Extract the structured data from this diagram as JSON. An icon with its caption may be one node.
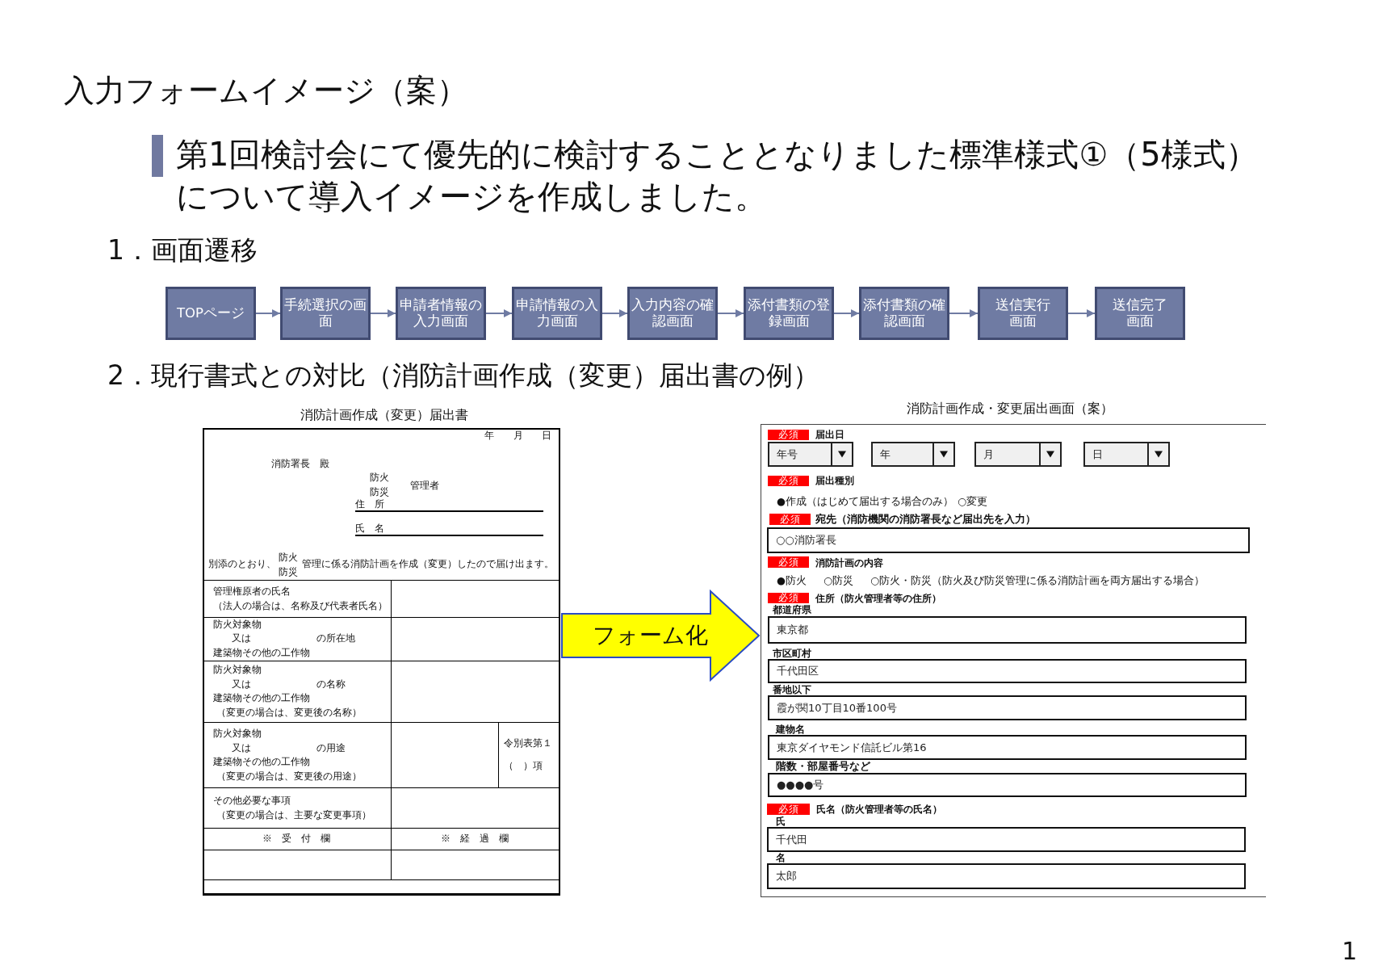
{
  "diagram": {
    "title": "入力フォームイメージ（案）",
    "nodes": [
      {
        "text": [
          "TOPページ"
        ]
      },
      {
        "text": [
          "手続選択の画面"
        ]
      },
      {
        "text": [
          "申請者情報の入力画面"
        ]
      },
      {
        "text": [
          "申請情報の入力画面"
        ]
      },
      {
        "text": [
          "入力内容の確認画面"
        ]
      },
      {
        "text": [
          "添付書類の登録画面"
        ]
      },
      {
        "text": [
          "添付書類の確認画面"
        ]
      },
      {
        "text": [
          "送信実行画面"
        ]
      },
      {
        "text": [
          "送信完了画面"
        ]
      },
      {
        "text": [
          "消防計画作成（変更）届出書",
          "年",
          "月",
          "日",
          "消防署長　殿",
          "防火",
          "防災",
          "管理者",
          "住　所",
          "氏　名",
          "別添のとおり、",
          "防火",
          "防災",
          "管理に係る消防計画を作成（変更）したので届け出ます。",
          "管理権原者の氏名",
          "（法人の場合は、名称及び代表者氏名）",
          "防火対象物",
          "又は",
          "の所在地",
          "建築物その他の工作物",
          "防火対象物",
          "又は",
          "の名称",
          "建築物その他の工作物",
          "（変更の場合は、変更後の名称）",
          "防火対象物",
          "又は",
          "の用途",
          "建築物その他の工作物",
          "（変更の場合は、変更後の用途）",
          "令別表第１",
          "（　）項",
          "その他必要な事項",
          "（変更の場合は、主要な変更事項）",
          "※　受　付　欄",
          "※　経　過　欄"
        ]
      },
      {
        "text": [
          "消防計画作成・変更届出画面（案）",
          "届出日",
          "届出種別",
          "●作成（はじめて届出する場合のみ）",
          "○変更",
          "宛先（消防機関の消防署長など届出先を入力）",
          "消防計画の内容",
          "●防火",
          "○防災",
          "○防火・防災（防火及び防災管理に係る消防計画を両方届出する場合）",
          "住所（防火管理者等の住所）",
          "都道府県",
          "市区町村",
          "番地以下",
          "建物名",
          "階数・部屋番号など",
          "氏名（防火管理者等の氏名）",
          "氏",
          "名"
        ]
      },
      {
        "text": [
          "必須"
        ],
        "in": 10
      },
      {
        "text": [
          "年号"
        ],
        "in": 10
      },
      {
        "text": [
          "年"
        ],
        "in": 10
      },
      {
        "text": [
          "月"
        ],
        "in": 10
      },
      {
        "text": [
          "日"
        ],
        "in": 10
      },
      {
        "text": [
          "必須"
        ],
        "in": 10
      },
      {
        "text": [
          "必須"
        ],
        "in": 10
      },
      {
        "text": [
          "○○消防署長"
        ],
        "in": 10
      },
      {
        "text": [
          "必須"
        ],
        "in": 10
      },
      {
        "text": [
          "必須"
        ],
        "in": 10
      },
      {
        "text": [
          "東京都"
        ],
        "in": 10
      },
      {
        "text": [
          "千代田区"
        ],
        "in": 10
      },
      {
        "text": [
          "霞が関10丁目10番100号"
        ],
        "in": 10
      },
      {
        "text": [
          "東京ダイヤモンド信託ビル第16"
        ],
        "in": 10
      },
      {
        "text": [
          "●●●●号"
        ],
        "in": 10
      },
      {
        "text": [
          "必須"
        ],
        "in": 10
      },
      {
        "text": [
          "千代田"
        ],
        "in": 10
      },
      {
        "text": [
          "太郎"
        ],
        "in": 10
      }
    ],
    "edges": [
      {
        "from": 0,
        "to": 1,
        "arrow": "to"
      },
      {
        "from": 1,
        "to": 2,
        "arrow": "to"
      },
      {
        "from": 2,
        "to": 3,
        "arrow": "to"
      },
      {
        "from": 3,
        "to": 4,
        "arrow": "to"
      },
      {
        "from": 4,
        "to": 5,
        "arrow": "to"
      },
      {
        "from": 5,
        "to": 6,
        "arrow": "to"
      },
      {
        "from": 6,
        "to": 7,
        "arrow": "to"
      },
      {
        "from": 7,
        "to": 8,
        "arrow": "to"
      },
      {
        "from": 9,
        "to": 10,
        "arrow": "to",
        "label": "フォーム化",
        "style": "thick",
        "color": "#ffff00"
      }
    ],
    "labels": [
      "第1回検討会にて優先的に検討することとなりました標準様式①（5様式）について導入イメージを作成しました。",
      "1．画面遷移",
      "2．現行書式との対比（消防計画作成（変更）届出書の例）",
      "1"
    ]
  }
}
